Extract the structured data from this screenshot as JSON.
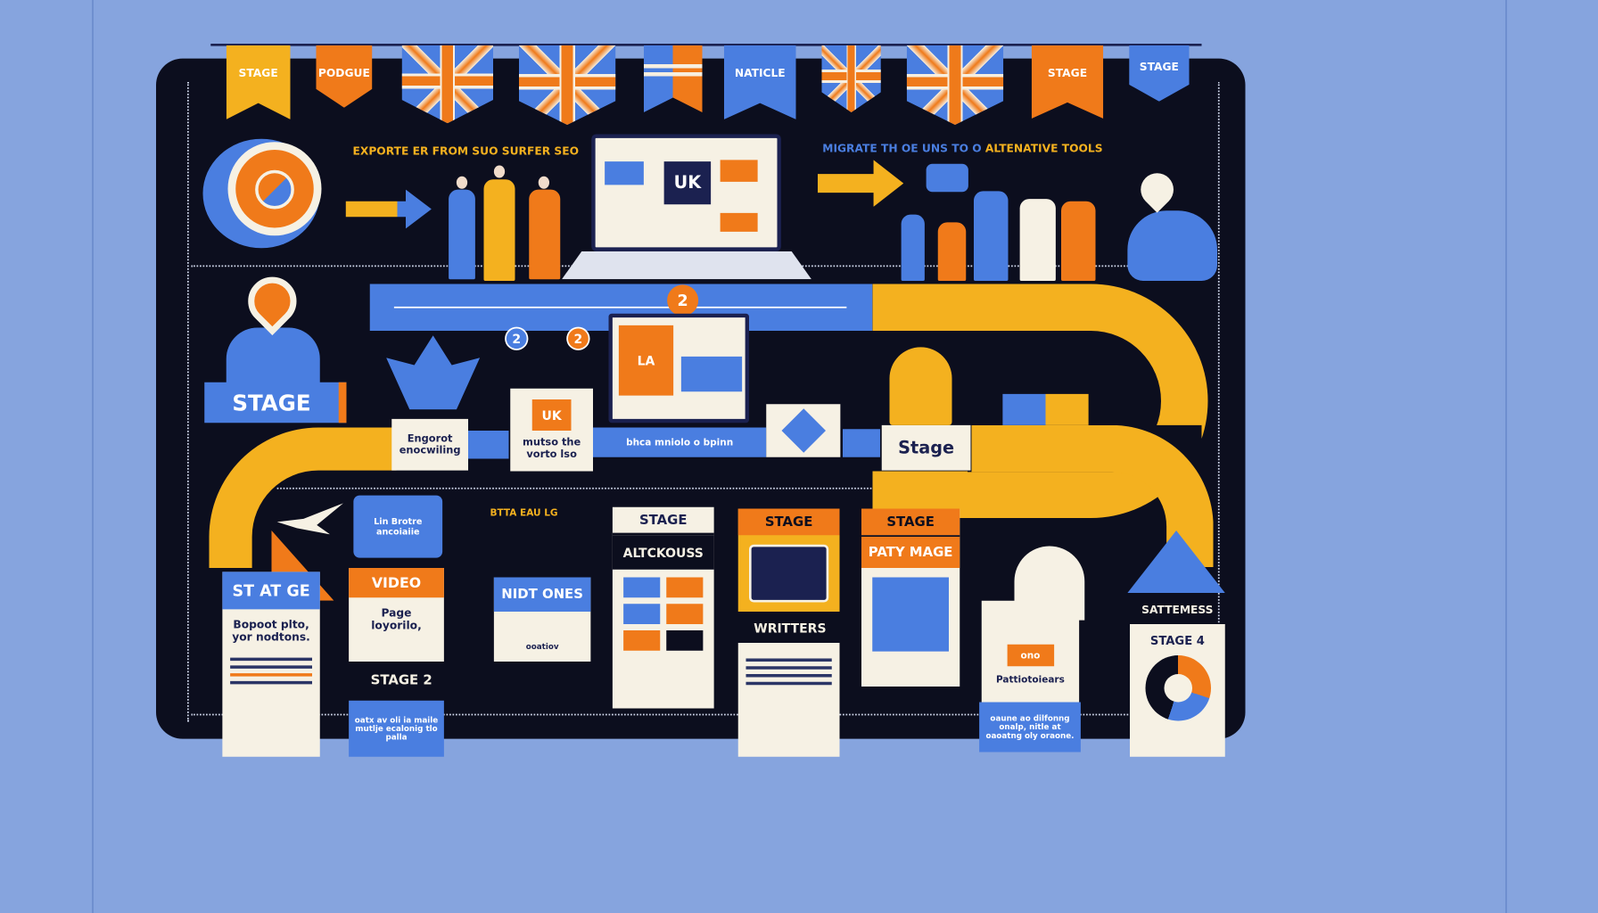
{
  "bunting": [
    {
      "label": "STAGE",
      "color": "#f4b11f"
    },
    {
      "label": "PODGUE",
      "color": "#f07a1a"
    },
    {
      "label": "",
      "color": "uk"
    },
    {
      "label": "",
      "color": "uk"
    },
    {
      "label": "",
      "color": "#4a7ee0"
    },
    {
      "label": "NATICLE",
      "color": "#4a7ee0"
    },
    {
      "label": "",
      "color": "uk"
    },
    {
      "label": "",
      "color": "uk"
    },
    {
      "label": "STAGE",
      "color": "#f07a1a"
    },
    {
      "label": "STAGE",
      "color": "#4a7ee0"
    }
  ],
  "headlines": {
    "left": "EXPORTE ER FROM SUO SURFER SEO",
    "right_prefix": "MIGRATE TH OE UNS TO O",
    "right_highlight": "ALTENATIVE TOOLS"
  },
  "laptop": {
    "screen_label": "UK"
  },
  "timeline": {
    "badge_main": "2",
    "badge_a": "2",
    "badge_b": "2"
  },
  "stage_left": {
    "label": "STAGE"
  },
  "middle_cards": {
    "card1": "Engorot enocwiling",
    "card2_flag": "UK",
    "card2_text": "mutso the vorto lso",
    "bar_text": "bhca mniolo o bpinn",
    "monitor_label": "LA",
    "stage_right": "Stage"
  },
  "bottom": {
    "card1": {
      "title": "ST AT GE",
      "text": "Bopoot plto, yor nodtons."
    },
    "speech": "Lin Brotre ancoiaiie",
    "video": {
      "title": "VIDEO",
      "text": "Page loyorilo,"
    },
    "stage2": "STAGE 2",
    "stage2_text": "oatx av oli ia maile mutlje ecalonig tlo palla",
    "caption_small": "BTTA EAU LG",
    "card3": {
      "title": "NIDT ONES",
      "text": "ooatiov"
    },
    "card4": {
      "title": "STAGE",
      "subtitle": "ALTCKOUSS"
    },
    "card5": {
      "title": "STAGE",
      "caption": "WRITTERS"
    },
    "card6": {
      "title": "STAGE",
      "subtitle": "PATY MAGE"
    },
    "card7": {
      "badge": "ono",
      "title": "Pattiotoiears",
      "text": "oaune ao dilfonng onalp, nitle at oaoatng oly oraone."
    },
    "card8": {
      "caption": "SATTEMESS",
      "title": "STAGE 4"
    }
  },
  "colors": {
    "navy": "#0c0e1e",
    "blue": "#4a7ee0",
    "orange": "#f07a1a",
    "yellow": "#f4b11f",
    "cream": "#f6f1e4",
    "background": "#86a4de"
  }
}
